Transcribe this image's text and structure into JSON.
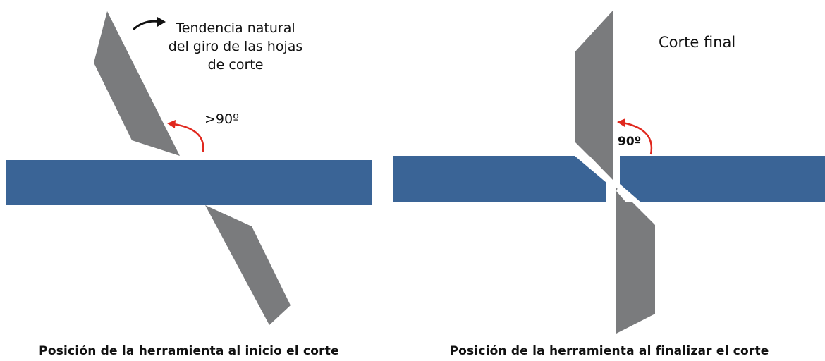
{
  "left_panel": {
    "annotation_lines": [
      "Tendencia natural",
      "del giro de las hojas",
      "de corte"
    ],
    "angle_label": ">90º",
    "caption": "Posición de la herramienta al inicio el corte"
  },
  "right_panel": {
    "title": "Corte final",
    "angle_label": "90º",
    "caption": "Posición de la herramienta al finalizar el corte"
  },
  "colors": {
    "material": "#3a6496",
    "blade": "#7a7b7d",
    "arrow_red": "#e0281e",
    "arrow_black": "#111111"
  },
  "icons": {
    "rotation_arrow": "curved-arrow-icon",
    "angle_arrow": "angle-arrow-icon"
  }
}
